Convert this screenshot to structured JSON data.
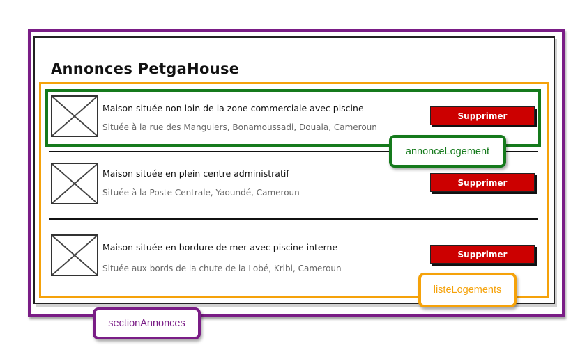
{
  "page": {
    "title": "Annonces PetgaHouse"
  },
  "annonces": [
    {
      "title": "Maison située non loin de la zone commerciale avec piscine",
      "address": "Située à la rue des Manguiers, Bonamoussadi, Douala, Cameroun",
      "delete_label": "Supprimer"
    },
    {
      "title": "Maison située en plein centre administratif",
      "address": "Située à la Poste Centrale, Yaoundé, Cameroun",
      "delete_label": "Supprimer"
    },
    {
      "title": "Maison située en bordure de mer avec piscine interne",
      "address": "Située aux bords de la chute de la Lobé, Kribi, Cameroun",
      "delete_label": "Supprimer"
    }
  ],
  "annotations": {
    "annonce": "annonceLogement",
    "liste": "listeLogements",
    "section": "sectionAnnonces"
  },
  "colors": {
    "section_border": "#7a1d86",
    "liste_border": "#f5a20a",
    "annonce_border": "#157a1c",
    "button_bg": "#cc0000"
  },
  "icons": {
    "image_placeholder": "image-placeholder-icon"
  }
}
